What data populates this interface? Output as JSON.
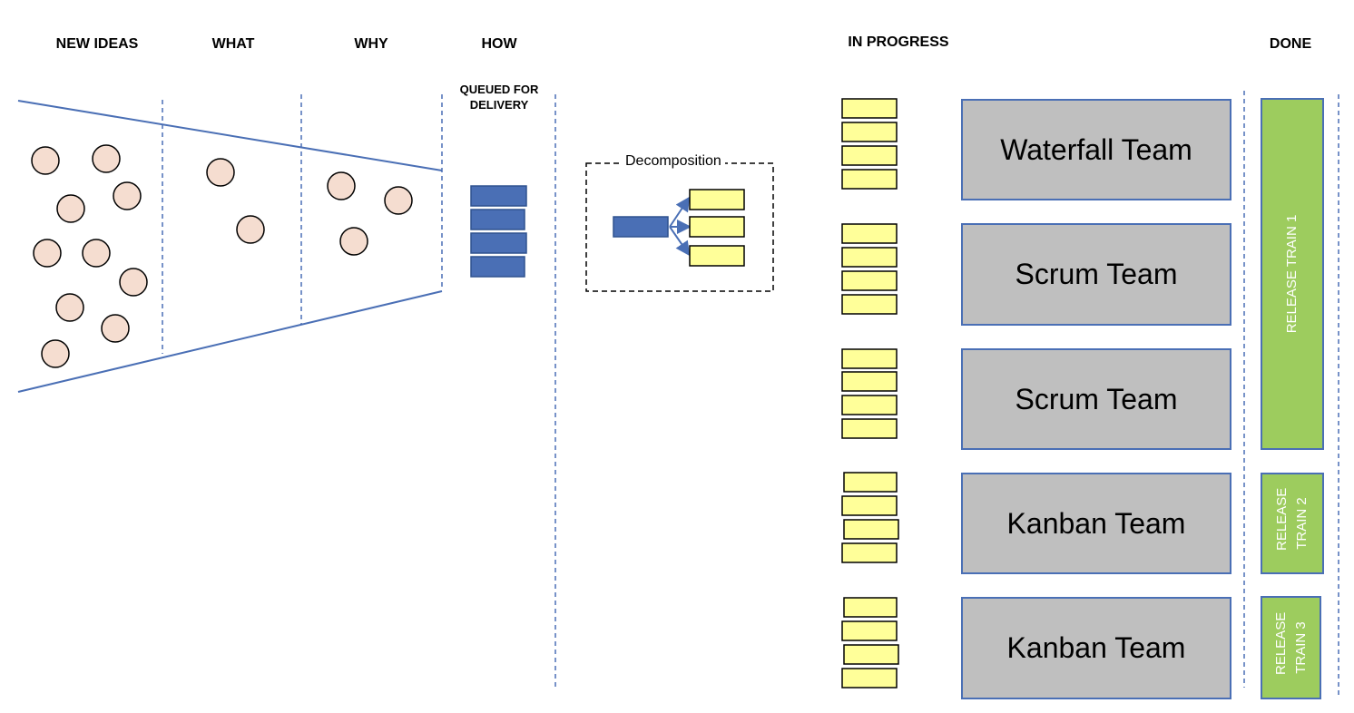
{
  "columns": {
    "new_ideas": "NEW IDEAS",
    "what": "WHAT",
    "why": "WHY",
    "how": "HOW",
    "queued": "QUEUED FOR DELIVERY",
    "in_progress": "IN PROGRESS",
    "done": "DONE"
  },
  "decomposition": {
    "label": "Decomposition"
  },
  "teams": [
    {
      "name": "Waterfall Team"
    },
    {
      "name": "Scrum Team"
    },
    {
      "name": "Scrum Team"
    },
    {
      "name": "Kanban Team"
    },
    {
      "name": "Kanban Team"
    }
  ],
  "release_trains": [
    {
      "label": "RELEASE TRAIN 1"
    },
    {
      "label": "RELEASE TRAIN 2"
    },
    {
      "label": "RELEASE TRAIN 3"
    }
  ],
  "colors": {
    "idea_fill": "#f5ddd0",
    "queued_fill": "#4a6fb5",
    "task_fill": "#ffff99",
    "team_fill": "#bfbfbf",
    "train_fill": "#9dcc5e",
    "line": "#4a6fb5"
  }
}
